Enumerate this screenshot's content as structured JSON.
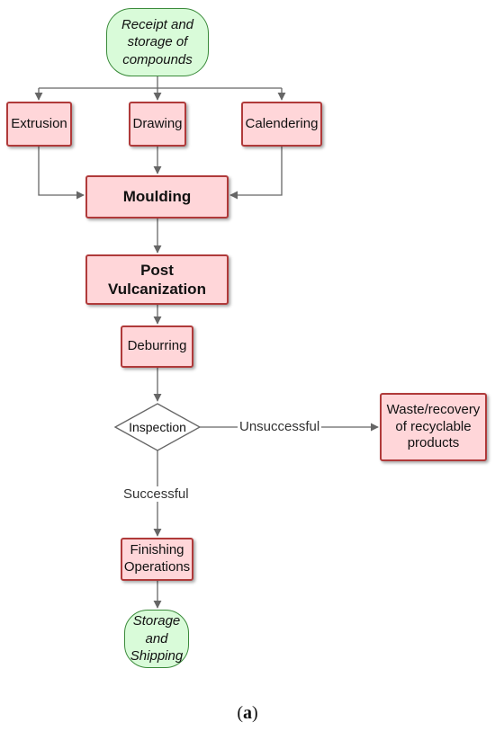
{
  "nodes": {
    "receipt": "Receipt and storage of compounds",
    "extrusion": "Extrusion",
    "drawing": "Drawing",
    "calendering": "Calendering",
    "moulding": "Moulding",
    "post_vulcanization": "Post Vulcanization",
    "deburring": "Deburring",
    "inspection": "Inspection",
    "waste": "Waste/recovery of recyclable products",
    "finishing": "Finishing Operations",
    "storage": "Storage and Shipping"
  },
  "edge_labels": {
    "unsuccessful": "Unsuccessful",
    "successful": "Successful"
  },
  "caption": {
    "open": "(",
    "letter": "a",
    "close": ")"
  },
  "colors": {
    "process_fill": "#ffd6d9",
    "process_border": "#b03a3a",
    "terminal_fill": "#d9fbd9",
    "terminal_border": "#3a8a3a",
    "edge": "#666666"
  }
}
